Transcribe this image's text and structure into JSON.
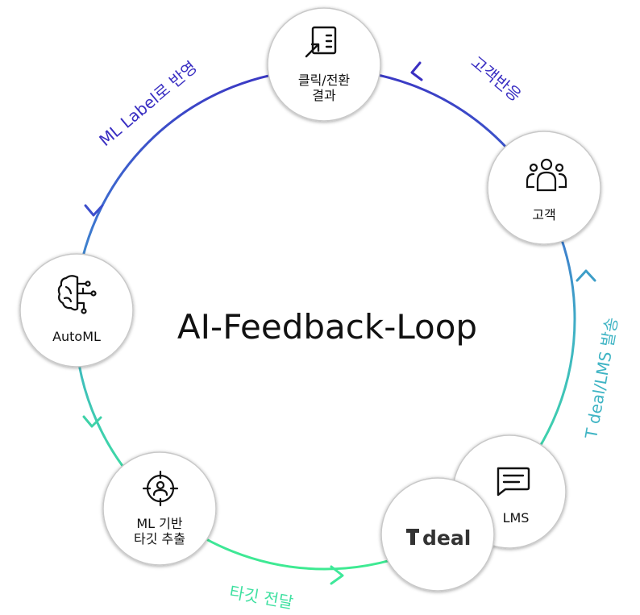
{
  "center_title": "AI-Feedback-Loop",
  "colors": {
    "indigo": "#3a2fc2",
    "blue": "#3d6fd0",
    "teal": "#3fb4c4",
    "green": "#3ee0a0",
    "node_border": "#c8c8c8",
    "node_shadow": "#9a9a9a",
    "text": "#111111"
  },
  "nodes": {
    "click": {
      "line1": "클릭/전환",
      "line2": "결과",
      "icon": "click-conversion-icon"
    },
    "customer": {
      "label": "고객",
      "icon": "people-group-icon"
    },
    "lms": {
      "label": "LMS",
      "icon": "chat-message-icon"
    },
    "tdeal": {
      "logo_text": "deal",
      "logo_letter": "T"
    },
    "target": {
      "line1": "ML 기반",
      "line2": "타깃 추출",
      "icon": "target-person-icon"
    },
    "automl": {
      "label": "AutoML",
      "icon": "brain-circuit-icon"
    }
  },
  "edge_labels": {
    "customer_response": "고객반응",
    "ml_label": "ML Label로 반영",
    "send": "T deal/LMS 발송",
    "target_delivery": "타깃 전달"
  }
}
